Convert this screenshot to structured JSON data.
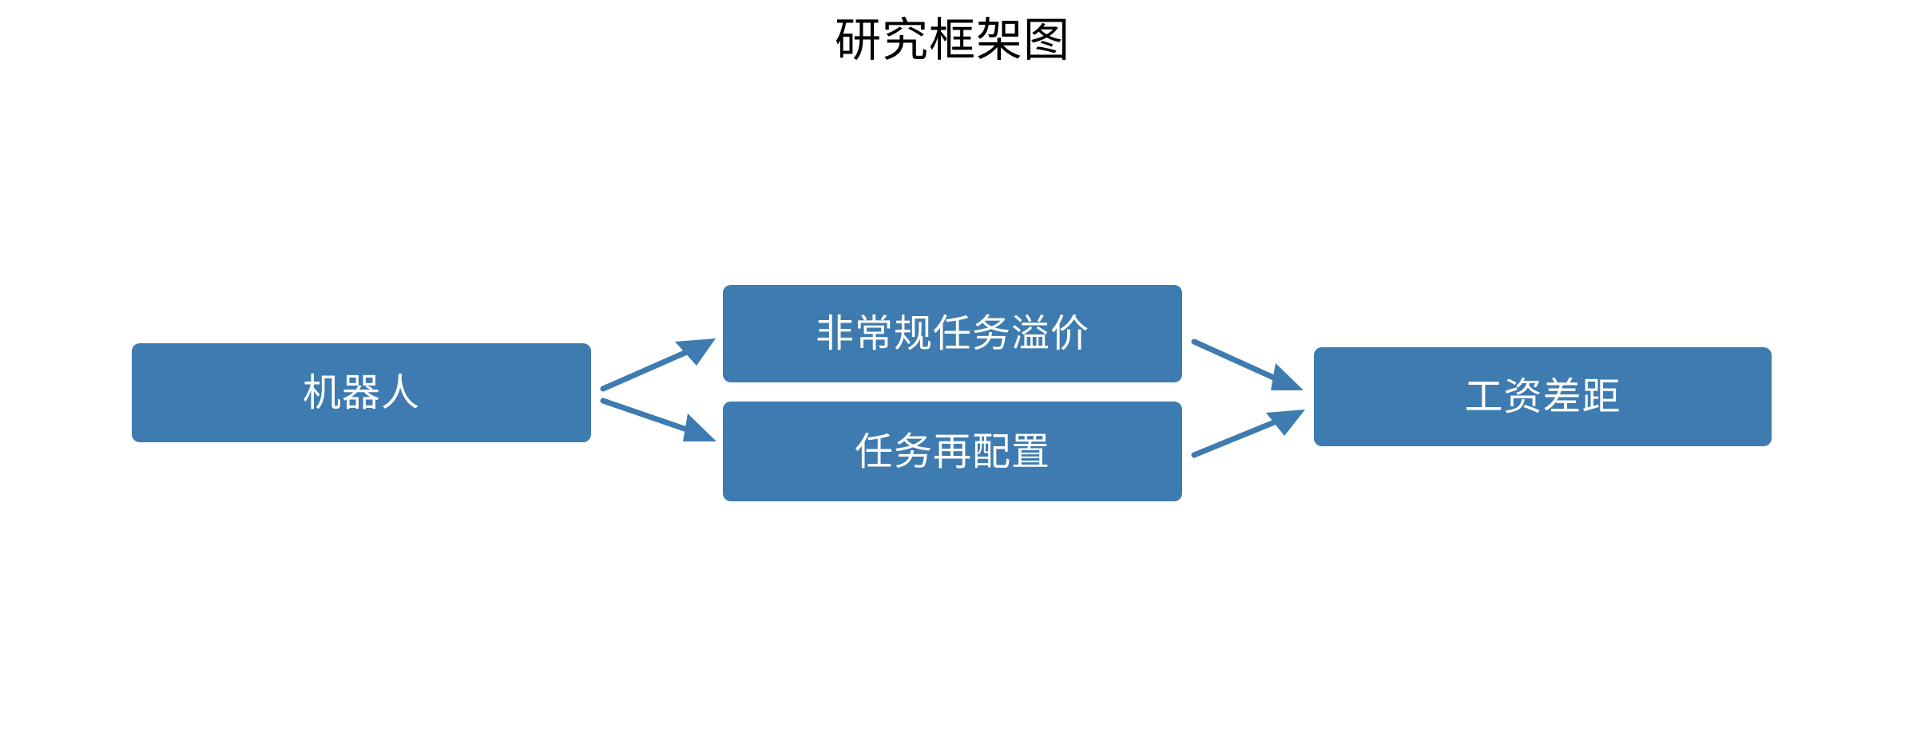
{
  "diagram": {
    "title": "研究框架图",
    "background_color": "#FFFFFF",
    "node_fill_color": "#3D7BB0",
    "node_text_color": "#FFFFFF",
    "title_text_color": "#000000",
    "edge_color": "#3D7BB0",
    "nodes": [
      {
        "id": "robot",
        "label": "机器人",
        "column": "left"
      },
      {
        "id": "premium",
        "label": "非常规任务溢价",
        "column": "middle-top"
      },
      {
        "id": "realloc",
        "label": "任务再配置",
        "column": "middle-bottom"
      },
      {
        "id": "wagegap",
        "label": "工资差距",
        "column": "right"
      }
    ],
    "edges": [
      {
        "id": "robot-to-premium",
        "from": "robot",
        "to": "premium",
        "arrowhead": "solid-triangle"
      },
      {
        "id": "robot-to-realloc",
        "from": "robot",
        "to": "realloc",
        "arrowhead": "solid-triangle"
      },
      {
        "id": "premium-to-wagegap",
        "from": "premium",
        "to": "wagegap",
        "arrowhead": "solid-triangle"
      },
      {
        "id": "realloc-to-wagegap",
        "from": "realloc",
        "to": "wagegap",
        "arrowhead": "solid-triangle"
      }
    ]
  }
}
